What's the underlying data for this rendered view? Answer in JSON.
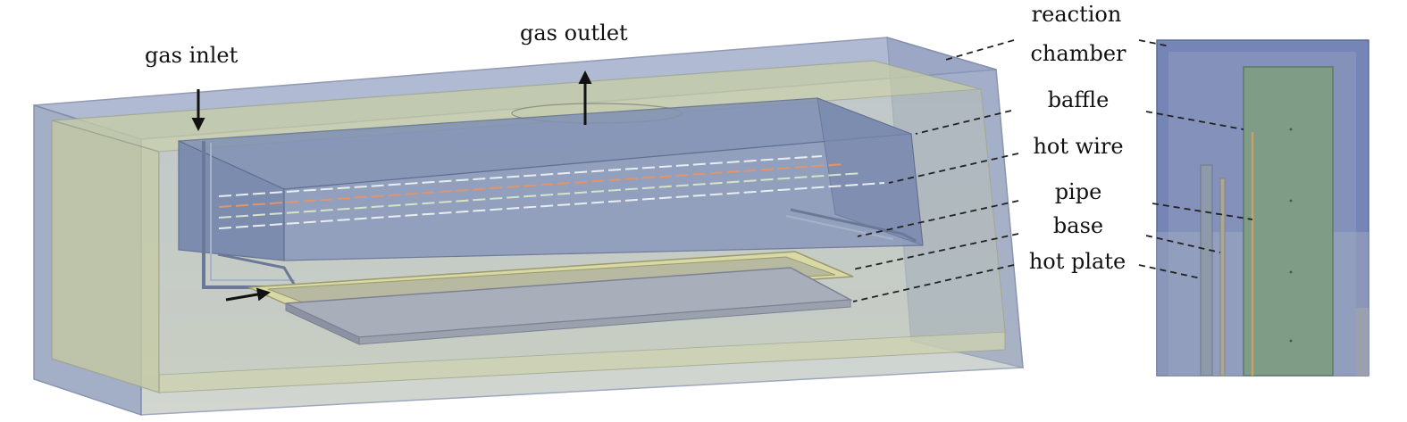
{
  "labels": {
    "gas_inlet": "gas inlet",
    "gas_outlet": "gas outlet",
    "reaction_chamber_line1": "reaction",
    "reaction_chamber_line2": "chamber",
    "baffle": "baffle",
    "hot_wire": "hot wire",
    "pipe": "pipe",
    "base": "base",
    "hot_plate": "hot plate"
  },
  "colors": {
    "chamber_blue": "#8fa0c4",
    "chamber_yellow": "#c9cfa6",
    "baffle_blue": "#7f8fb4",
    "plate_gray": "#a9aebb",
    "inset_background": "#7585b5",
    "inset_baffle_green": "#7f9c87",
    "wire_orange": "#e0956a",
    "wire_white": "#e8edf2"
  }
}
